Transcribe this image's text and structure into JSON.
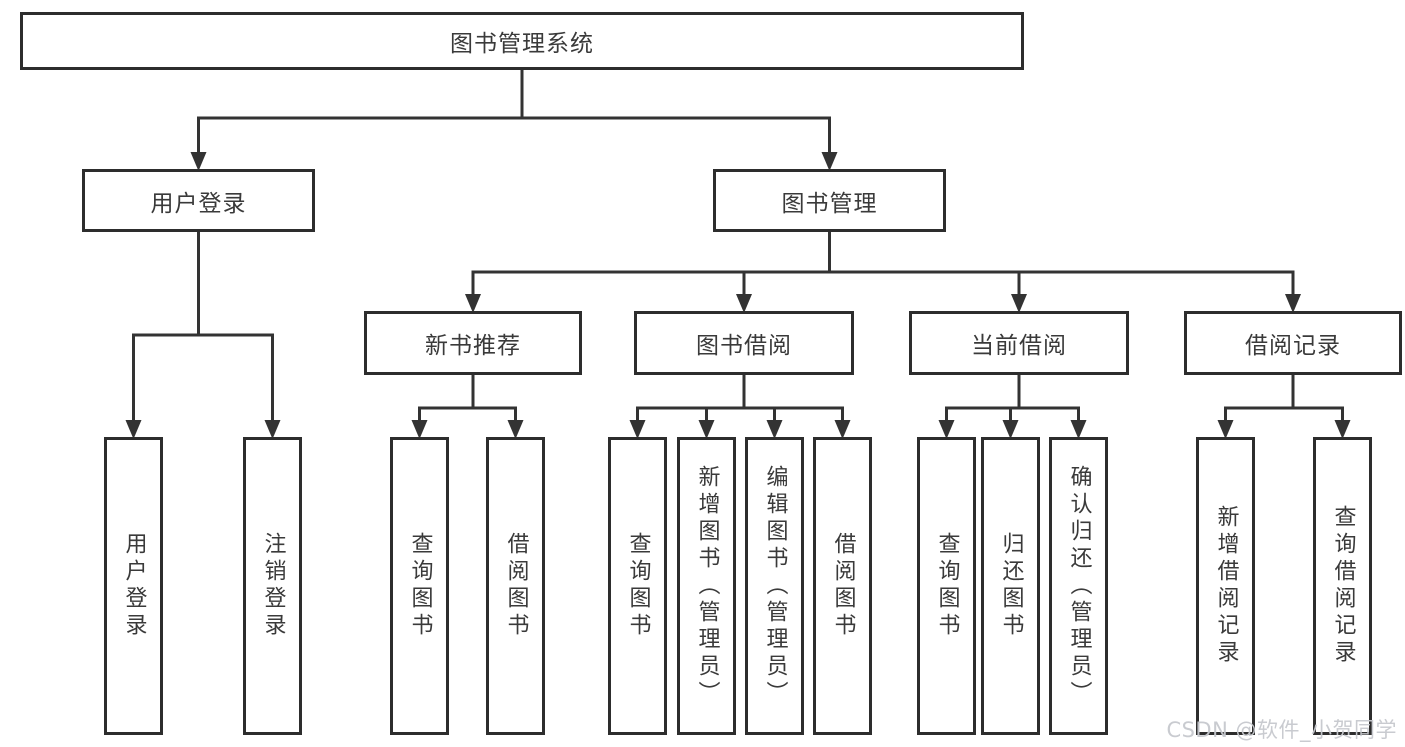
{
  "diagram": {
    "type": "hierarchy-tree",
    "nodes": [
      {
        "id": "root",
        "label": "图书管理系统",
        "level": 1,
        "parent": null,
        "text_direction": "horizontal"
      },
      {
        "id": "user-login",
        "label": "用户登录",
        "level": 2,
        "parent": "root",
        "text_direction": "horizontal"
      },
      {
        "id": "book-mgmt",
        "label": "图书管理",
        "level": 2,
        "parent": "root",
        "text_direction": "horizontal"
      },
      {
        "id": "new-book-rec",
        "label": "新书推荐",
        "level": 3,
        "parent": "book-mgmt",
        "text_direction": "horizontal"
      },
      {
        "id": "book-borrow",
        "label": "图书借阅",
        "level": 3,
        "parent": "book-mgmt",
        "text_direction": "horizontal"
      },
      {
        "id": "current-borrow",
        "label": "当前借阅",
        "level": 3,
        "parent": "book-mgmt",
        "text_direction": "horizontal"
      },
      {
        "id": "borrow-records",
        "label": "借阅记录",
        "level": 3,
        "parent": "book-mgmt",
        "text_direction": "horizontal"
      },
      {
        "id": "login",
        "label": "用户登录",
        "level": 4,
        "parent": "user-login",
        "text_direction": "vertical"
      },
      {
        "id": "logout",
        "label": "注销登录",
        "level": 4,
        "parent": "user-login",
        "text_direction": "vertical"
      },
      {
        "id": "rec-query",
        "label": "查询图书",
        "level": 4,
        "parent": "new-book-rec",
        "text_direction": "vertical"
      },
      {
        "id": "rec-borrow",
        "label": "借阅图书",
        "level": 4,
        "parent": "new-book-rec",
        "text_direction": "vertical"
      },
      {
        "id": "bb-query",
        "label": "查询图书",
        "level": 4,
        "parent": "book-borrow",
        "text_direction": "vertical"
      },
      {
        "id": "bb-add",
        "label": "新增图书（管理员）",
        "level": 4,
        "parent": "book-borrow",
        "text_direction": "vertical"
      },
      {
        "id": "bb-edit",
        "label": "编辑图书（管理员）",
        "level": 4,
        "parent": "book-borrow",
        "text_direction": "vertical"
      },
      {
        "id": "bb-borrow",
        "label": "借阅图书",
        "level": 4,
        "parent": "book-borrow",
        "text_direction": "vertical"
      },
      {
        "id": "cb-query",
        "label": "查询图书",
        "level": 4,
        "parent": "current-borrow",
        "text_direction": "vertical"
      },
      {
        "id": "cb-return",
        "label": "归还图书",
        "level": 4,
        "parent": "current-borrow",
        "text_direction": "vertical"
      },
      {
        "id": "cb-confirm",
        "label": "确认归还（管理员）",
        "level": 4,
        "parent": "current-borrow",
        "text_direction": "vertical"
      },
      {
        "id": "br-add",
        "label": "新增借阅记录",
        "level": 4,
        "parent": "borrow-records",
        "text_direction": "vertical"
      },
      {
        "id": "br-query",
        "label": "查询借阅记录",
        "level": 4,
        "parent": "borrow-records",
        "text_direction": "vertical"
      }
    ]
  },
  "watermark": {
    "text": "CSDN @软件_小贺同学"
  },
  "colors": {
    "line": "#333333",
    "box_border": "#2d2d2d",
    "box_fill": "#ffffff",
    "text": "#3a3a3a",
    "background": "#ffffff",
    "watermark": "#c8cacd"
  }
}
